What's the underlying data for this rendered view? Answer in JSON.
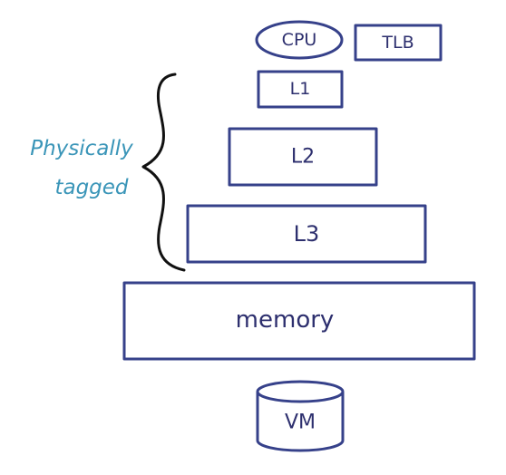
{
  "diagram": {
    "cpu": "CPU",
    "tlb": "TLB",
    "l1": "L1",
    "l2": "L2",
    "l3": "L3",
    "memory": "memory",
    "vm": "VM",
    "annotation_line1": "Physically",
    "annotation_line2": "tagged"
  },
  "colors": {
    "box_stroke": "#36418a",
    "label_text": "#2d2f6e",
    "annotation_text": "#3a95b8",
    "brace": "#111111"
  }
}
